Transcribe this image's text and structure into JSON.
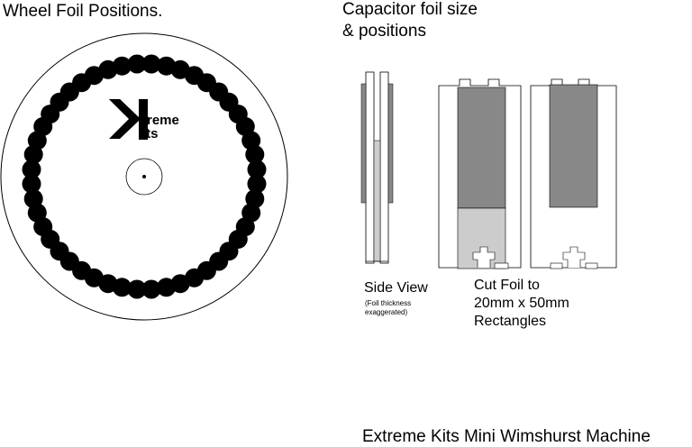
{
  "wheel": {
    "title": "Wheel Foil Positions.",
    "foil_pair_count": 24,
    "logo": {
      "line1": "treme",
      "line2": "its"
    }
  },
  "capacitor": {
    "title_line1": "Capacitor foil size",
    "title_line2": "& positions",
    "side_view_label": "Side View",
    "side_view_note_line1": "(Foil thickness",
    "side_view_note_line2": "exaggerated)",
    "cut_line1": "Cut Foil to",
    "cut_line2": "20mm x 50mm",
    "cut_line3": "Rectangles"
  },
  "footer": {
    "text": "Extreme Kits Mini Wimshurst Machine"
  },
  "colors": {
    "foil_dark": "#888888",
    "foil_light": "#cccccc",
    "line": "#000000"
  }
}
